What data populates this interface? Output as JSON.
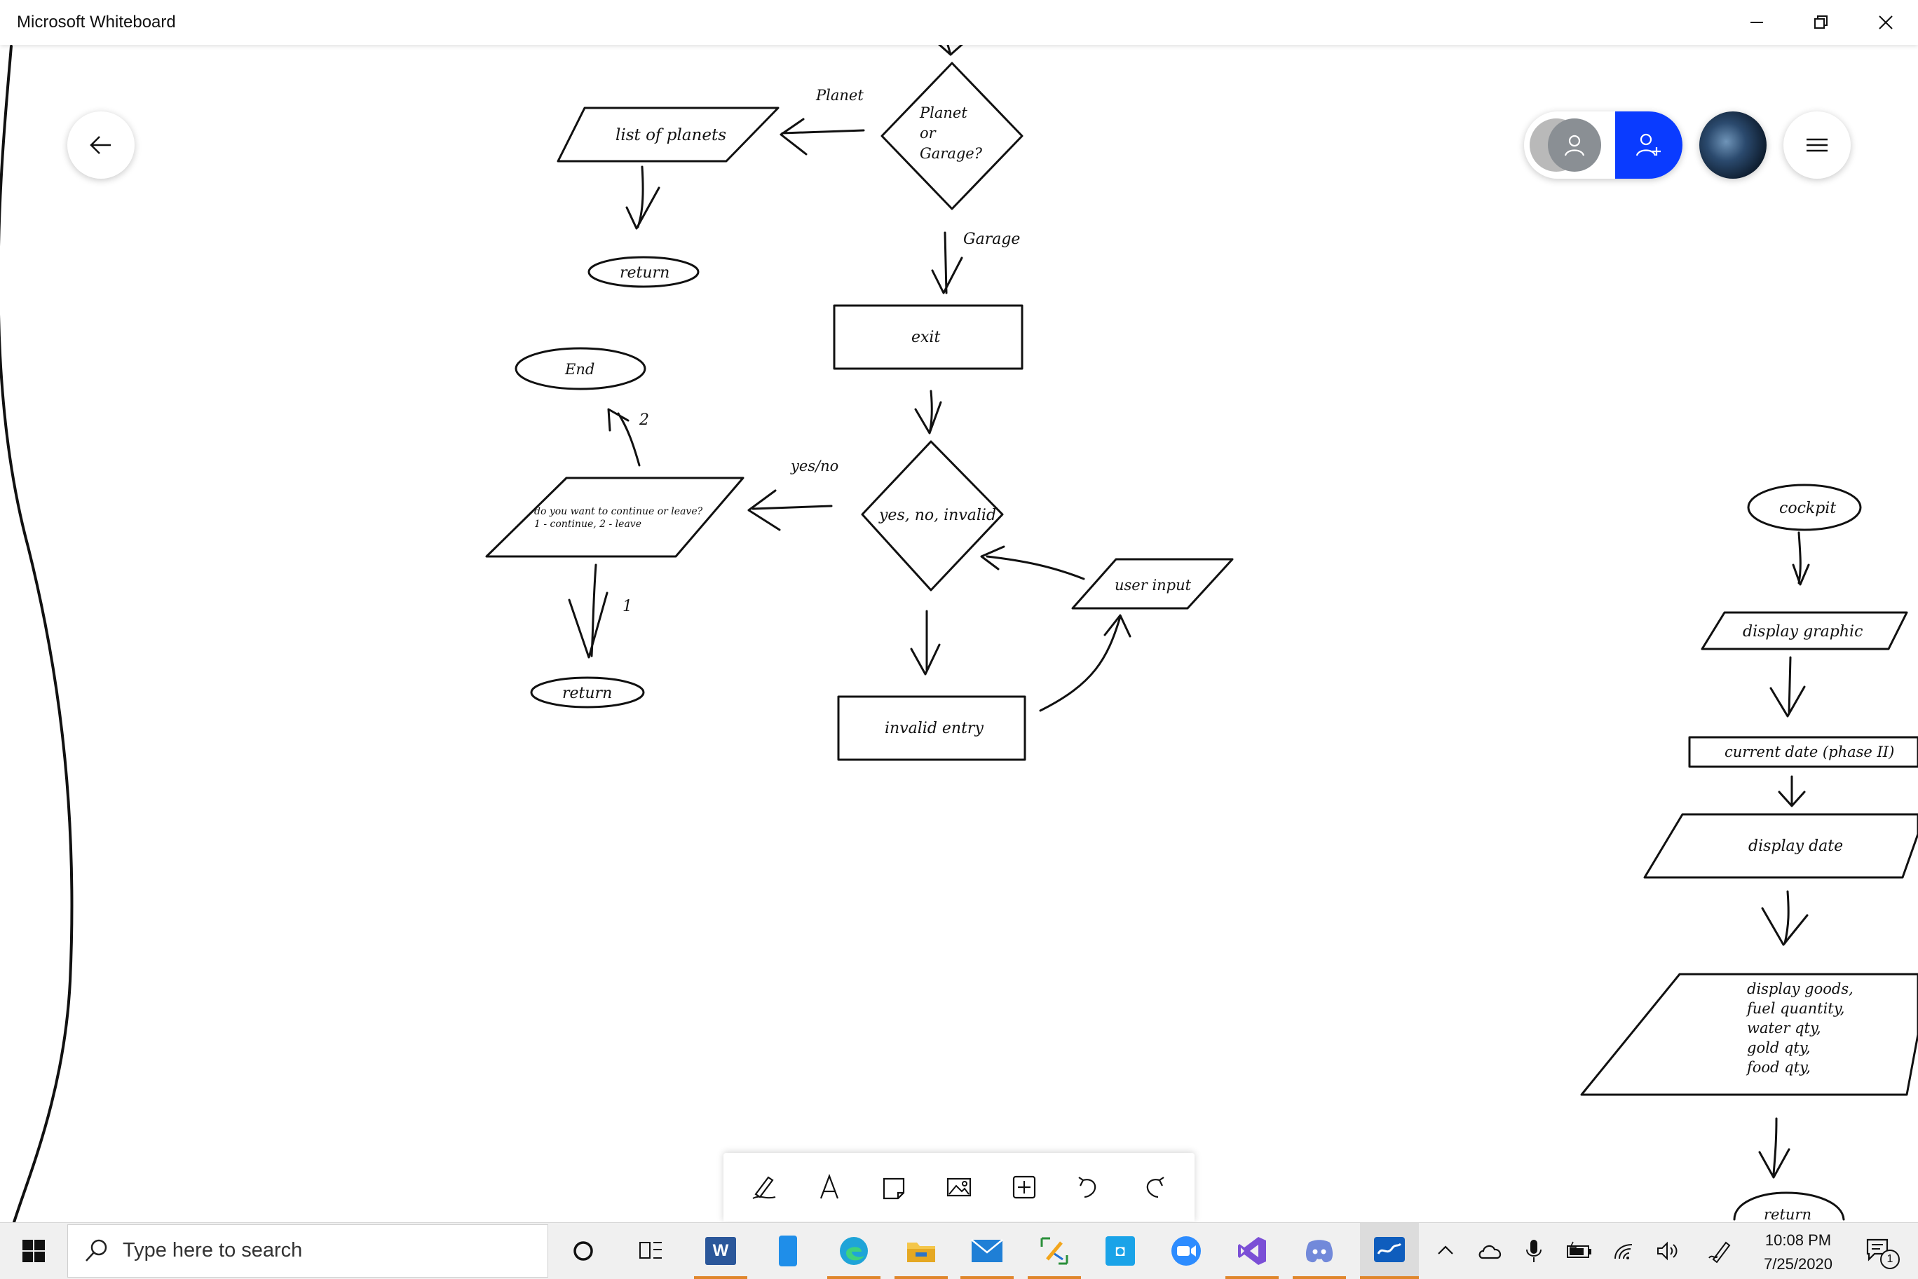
{
  "window": {
    "title": "Microsoft Whiteboard"
  },
  "flowchart": {
    "planet_label": "Planet",
    "decision_planet_garage_line1": "Planet",
    "decision_planet_garage_line2": "or",
    "decision_planet_garage_line3": "Garage?",
    "list_of_planets": "list of planets",
    "return_top": "return",
    "garage_label": "Garage",
    "exit": "exit",
    "end": "End",
    "label_2": "2",
    "yes_no_label": "yes/no",
    "question_line1": "do you want to continue or leave?",
    "question_line2": "1 - continue, 2 - leave",
    "decision_yes_no_invalid": "yes, no, invalid",
    "user_input": "user input",
    "label_1": "1",
    "return_middle": "return",
    "invalid_entry": "invalid entry",
    "cockpit": "cockpit",
    "display_graphic": "display graphic",
    "current_date": "current date (phase II)",
    "display_date": "display date",
    "display_goods_lines": [
      "display goods,",
      "fuel quantity,",
      "water qty,",
      "gold qty,",
      "food qty,"
    ],
    "return_bottom": "return"
  },
  "icons": {
    "back": "back-arrow-icon",
    "user": "user-icon",
    "invite": "add-user-icon",
    "menu": "hamburger-menu-icon"
  },
  "colors": {
    "accent": "#0a3bff",
    "ink": "#111111",
    "taskbar": "#f0f0f0",
    "active_underline": "#e0862b"
  },
  "taskbar": {
    "search_placeholder": "Type here to search",
    "time": "10:08 PM",
    "date": "7/25/2020",
    "notification_count": "1"
  }
}
